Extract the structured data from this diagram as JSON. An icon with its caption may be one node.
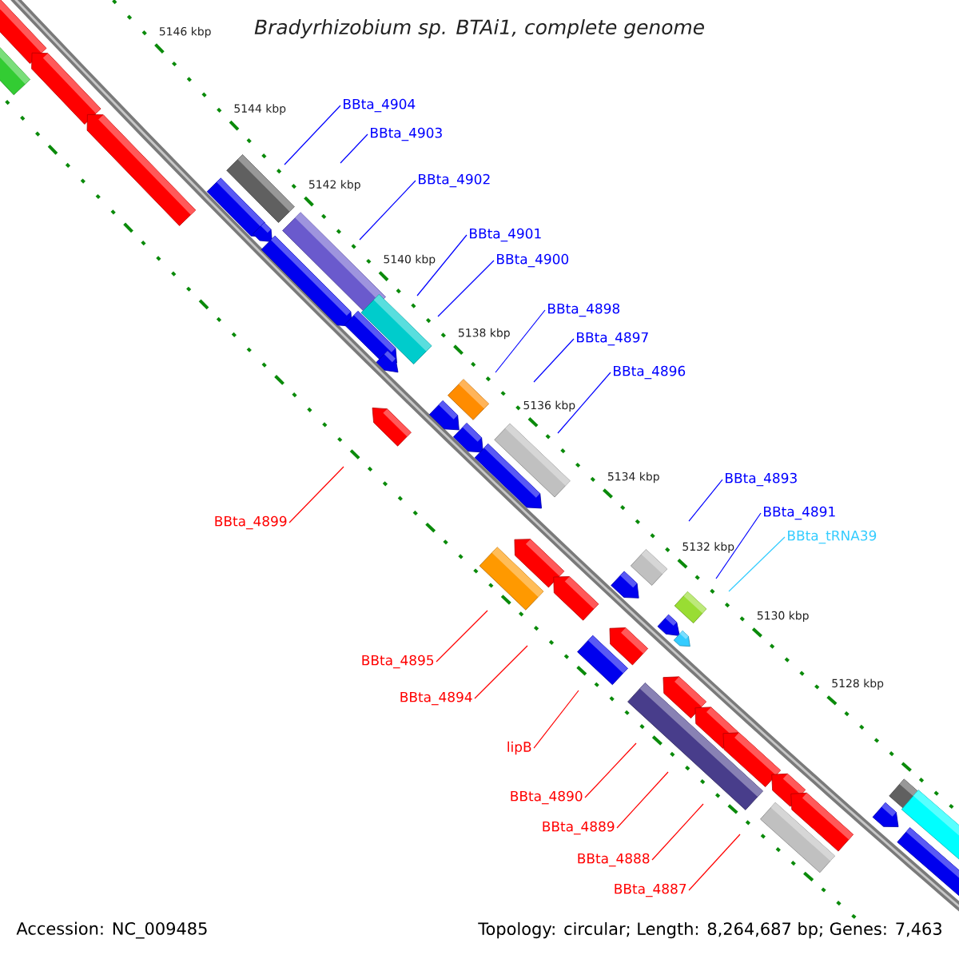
{
  "diagram": {
    "title": "Bradyrhizobium sp. BTAi1, complete genome",
    "nodes": [
      {
        "text": [
          "BBta_4904"
        ]
      },
      {
        "text": [
          "BBta_4903"
        ]
      },
      {
        "text": [
          "BBta_4902"
        ]
      },
      {
        "text": [
          "BBta_4901"
        ]
      },
      {
        "text": [
          "BBta_4900"
        ]
      },
      {
        "text": [
          "BBta_4898"
        ]
      },
      {
        "text": [
          "BBta_4897"
        ]
      },
      {
        "text": [
          "BBta_4896"
        ]
      },
      {
        "text": [
          "BBta_4893"
        ]
      },
      {
        "text": [
          "BBta_4891"
        ]
      },
      {
        "text": [
          "BBta_4899"
        ]
      },
      {
        "text": [
          "BBta_tRNA39"
        ]
      },
      {
        "text": [
          "BBta_4895"
        ]
      },
      {
        "text": [
          "BBta_4894"
        ]
      },
      {
        "text": [
          "lipB"
        ]
      },
      {
        "text": [
          "BBta_4890"
        ]
      },
      {
        "text": [
          "BBta_4889"
        ]
      },
      {
        "text": [
          "BBta_4888"
        ]
      },
      {
        "text": [
          "BBta_4887"
        ]
      }
    ],
    "edges": [
      {
        "from": 0,
        "to": null,
        "arrow": "none"
      },
      {
        "from": 1,
        "to": null,
        "arrow": "none"
      },
      {
        "from": 2,
        "to": null,
        "arrow": "none"
      },
      {
        "from": 3,
        "to": null,
        "arrow": "none"
      },
      {
        "from": 4,
        "to": null,
        "arrow": "none"
      },
      {
        "from": 5,
        "to": null,
        "arrow": "none"
      },
      {
        "from": 6,
        "to": null,
        "arrow": "none"
      },
      {
        "from": 7,
        "to": null,
        "arrow": "none"
      },
      {
        "from": 8,
        "to": null,
        "arrow": "none"
      },
      {
        "from": 9,
        "to": null,
        "arrow": "none"
      },
      {
        "from": 10,
        "to": null,
        "arrow": "none",
        "color": "#ff0000"
      },
      {
        "from": 11,
        "to": null,
        "arrow": "none",
        "color": "#33ccff"
      },
      {
        "from": 12,
        "to": null,
        "arrow": "none",
        "color": "#ff0000"
      },
      {
        "from": 13,
        "to": null,
        "arrow": "none",
        "color": "#ff0000"
      },
      {
        "from": 14,
        "to": null,
        "arrow": "none",
        "color": "#ff0000"
      },
      {
        "from": 15,
        "to": null,
        "arrow": "none",
        "color": "#ff0000"
      },
      {
        "from": 16,
        "to": null,
        "arrow": "none",
        "color": "#ff0000"
      },
      {
        "from": 17,
        "to": null,
        "arrow": "none",
        "color": "#ff0000"
      },
      {
        "from": 18,
        "to": null,
        "arrow": "none",
        "color": "#ff0000"
      }
    ],
    "labels": [
      "5146 kbp",
      "5144 kbp",
      "5142 kbp",
      "5140 kbp",
      "5138 kbp",
      "5136 kbp",
      "5134 kbp",
      "5132 kbp",
      "5130 kbp",
      "5128 kbp",
      "Accession: NC_009485",
      "Topology: circular; Length: 8,264,687 bp; Genes: 7,463"
    ]
  }
}
